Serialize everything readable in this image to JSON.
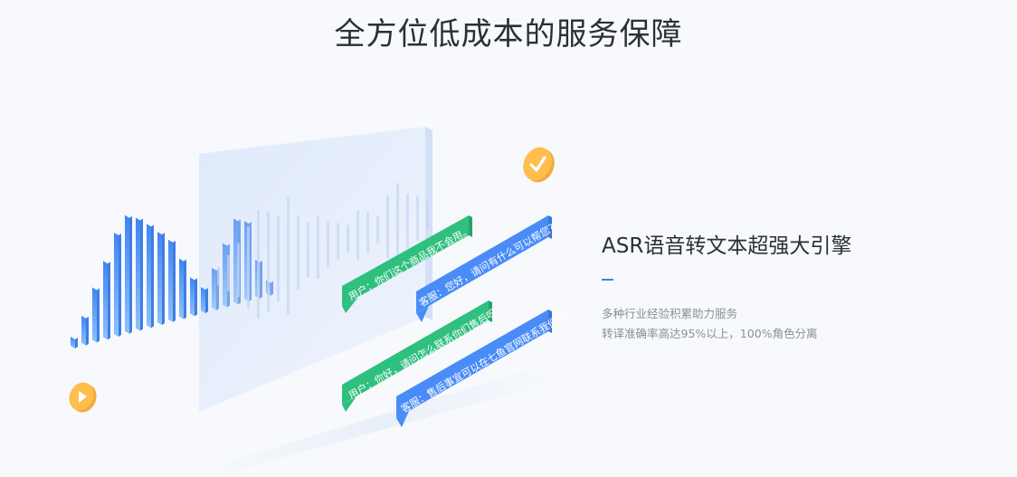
{
  "section": {
    "title": "全方位低成本的服务保障"
  },
  "illustration": {
    "bubbles": [
      "用户：你们这个商品我不会用。",
      "客服：您好，请问有什么可以帮您？",
      "用户：你好，请问怎么联系你们售后呀？",
      "客服：售后事宜可以在七鱼官网联系我们哦。"
    ],
    "icons": [
      "check-badge-icon",
      "play-badge-icon"
    ],
    "colors": {
      "user_bubble": "#2fbf7e",
      "service_bubble": "#4a8cf7",
      "badge": "#ffbe4d",
      "wave": "#4a90f5"
    }
  },
  "feature": {
    "title": "ASR语音转文本超强大引擎",
    "desc": [
      "多种行业经验积累助力服务",
      "转译准确率高达95%以上，100%角色分离"
    ],
    "accent_color": "#3b82f6"
  }
}
